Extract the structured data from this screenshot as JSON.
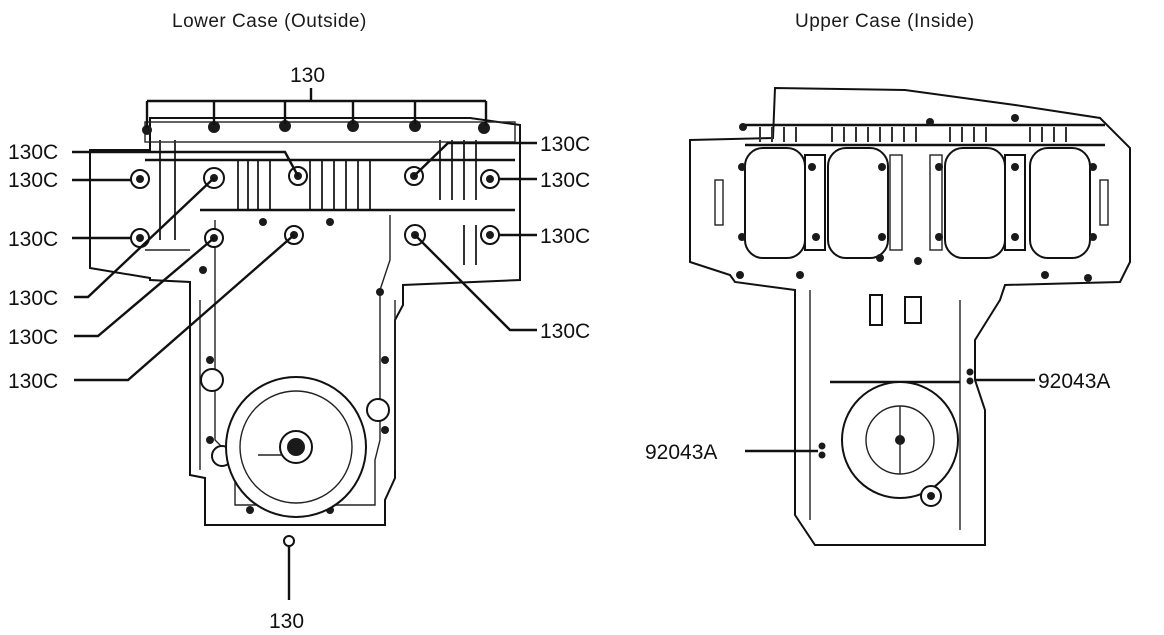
{
  "titles": {
    "left": "Lower Case (Outside)",
    "right": "Upper Case (Inside)"
  },
  "labels": {
    "top_130": "130",
    "bottom_130": "130",
    "c130": "130C",
    "n92043a": "92043A"
  }
}
